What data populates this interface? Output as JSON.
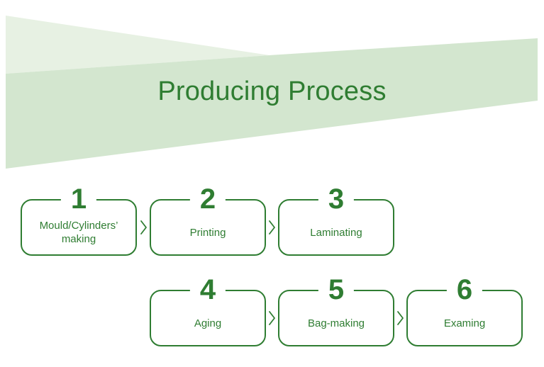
{
  "title": "Producing Process",
  "colors": {
    "accent": "#2f7d32",
    "banner_light": "#e7f1e3",
    "banner_dark": "#d3e6cf"
  },
  "steps": [
    {
      "number": "1",
      "label": "Mould/Cylinders’ making"
    },
    {
      "number": "2",
      "label": "Printing"
    },
    {
      "number": "3",
      "label": "Laminating"
    },
    {
      "number": "4",
      "label": "Aging"
    },
    {
      "number": "5",
      "label": "Bag-making"
    },
    {
      "number": "6",
      "label": "Examing"
    }
  ],
  "connectors": [
    {
      "from": "1",
      "to": "2",
      "icon": "chevron-right-icon"
    },
    {
      "from": "2",
      "to": "3",
      "icon": "chevron-right-icon"
    },
    {
      "from": "4",
      "to": "5",
      "icon": "chevron-right-icon"
    },
    {
      "from": "5",
      "to": "6",
      "icon": "chevron-right-icon"
    }
  ]
}
